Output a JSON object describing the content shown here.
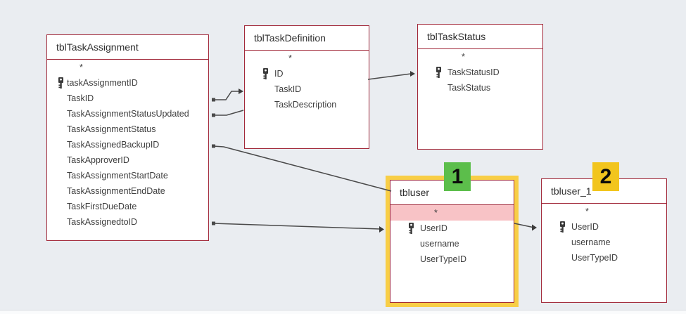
{
  "diagram": {
    "tables": [
      {
        "title": "tblTaskAssignment",
        "fields": [
          {
            "name": "*",
            "star": true
          },
          {
            "name": "taskAssignmentID",
            "key": true
          },
          {
            "name": "TaskID"
          },
          {
            "name": "TaskAssignmentStatusUpdated"
          },
          {
            "name": "TaskAssignmentStatus"
          },
          {
            "name": "TaskAssignedBackupID"
          },
          {
            "name": "TaskApproverID"
          },
          {
            "name": "TaskAssignmentStartDate"
          },
          {
            "name": "TaskAssignmentEndDate"
          },
          {
            "name": "TaskFirstDueDate"
          },
          {
            "name": "TaskAssignedtoID"
          }
        ]
      },
      {
        "title": "tblTaskDefinition",
        "fields": [
          {
            "name": "*",
            "star": true
          },
          {
            "name": "ID",
            "key": true
          },
          {
            "name": "TaskID"
          },
          {
            "name": "TaskDescription"
          }
        ]
      },
      {
        "title": "tblTaskStatus",
        "fields": [
          {
            "name": "*",
            "star": true
          },
          {
            "name": "TaskStatusID",
            "key": true
          },
          {
            "name": "TaskStatus"
          }
        ]
      },
      {
        "title": "tbluser",
        "selected": true,
        "badge": {
          "label": "1",
          "color": "#5CBE4B"
        },
        "fields": [
          {
            "name": "*",
            "star": true,
            "highlight": true
          },
          {
            "name": "UserID",
            "key": true
          },
          {
            "name": "username"
          },
          {
            "name": "UserTypeID"
          }
        ]
      },
      {
        "title": "tbluser_1",
        "badge": {
          "label": "2",
          "color": "#F2C51D"
        },
        "fields": [
          {
            "name": "*",
            "star": true
          },
          {
            "name": "UserID",
            "key": true
          },
          {
            "name": "username"
          },
          {
            "name": "UserTypeID"
          }
        ]
      }
    ],
    "relationships": [
      {
        "from": "tblTaskAssignment.TaskID",
        "to": "tblTaskDefinition.TaskID",
        "arrow": "to"
      },
      {
        "from": "tblTaskAssignment.TaskAssignmentStatusUpdated",
        "to": "tblTaskDefinition",
        "arrow": "none"
      },
      {
        "from": "tblTaskAssignment.TaskAssignedBackupID",
        "to": "tbluser",
        "arrow": "none"
      },
      {
        "from": "tblTaskAssignment.TaskAssignedtoID",
        "to": "tbluser.UserID",
        "arrow": "to"
      },
      {
        "from": "tblTaskDefinition",
        "to": "tblTaskStatus.TaskStatusID",
        "arrow": "to"
      },
      {
        "from": "tbluser.UserID",
        "to": "tbluser_1.UserID",
        "arrow": "to"
      }
    ],
    "colors": {
      "background": "#EAEDF1",
      "table_border": "#A2293A",
      "table_bg": "#FFFFFF",
      "selection_border": "#F8CE46",
      "highlight_row": "#F8C3C6",
      "join_line": "#4A4A4A",
      "badge_1_bg": "#5CBE4B",
      "badge_2_bg": "#F2C51D",
      "field_text": "#3F3F3F"
    }
  }
}
